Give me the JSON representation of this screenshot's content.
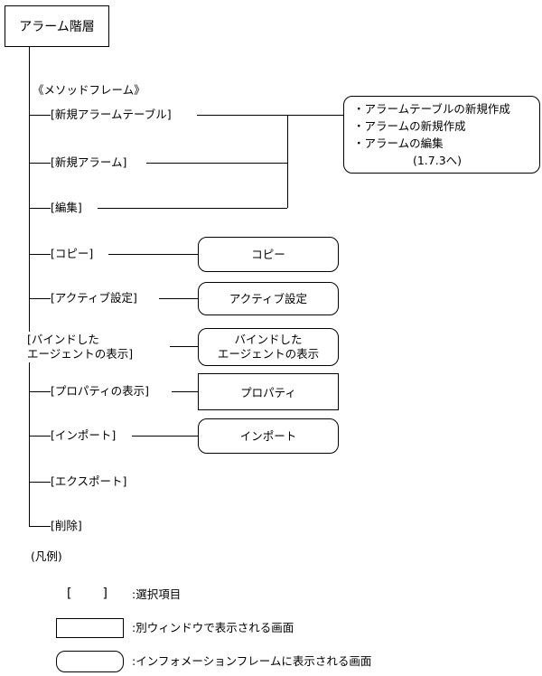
{
  "root_label": "アラーム階層",
  "method_frame_label": "《メソッドフレーム》",
  "menu": {
    "new_table": "[新規アラームテーブル]",
    "new_alarm": "[新規アラーム]",
    "edit": "[編集]",
    "copy": "[コピー]",
    "active": "[アクティブ設定]",
    "bind_line1": "[バインドした",
    "bind_line2": "エージェントの表示]",
    "property": "[プロパティの表示]",
    "import": "[インポート]",
    "export": "[エクスポート]",
    "delete": "[削除]"
  },
  "screens": {
    "edit_items": [
      "・アラームテーブルの新規作成",
      "・アラームの新規作成",
      "・アラームの編集"
    ],
    "edit_ref": "(1.7.3へ)",
    "copy": "コピー",
    "active": "アクティブ設定",
    "bind_line1": "バインドした",
    "bind_line2": "エージェントの表示",
    "property": "プロパティ",
    "import": "インポート"
  },
  "legend": {
    "title": "(凡例)",
    "brackets": "[　　]",
    "select_desc": ":選択項目",
    "window_desc": ":別ウィンドウで表示される画面",
    "info_desc": ":インフォメーションフレームに表示される画面"
  }
}
